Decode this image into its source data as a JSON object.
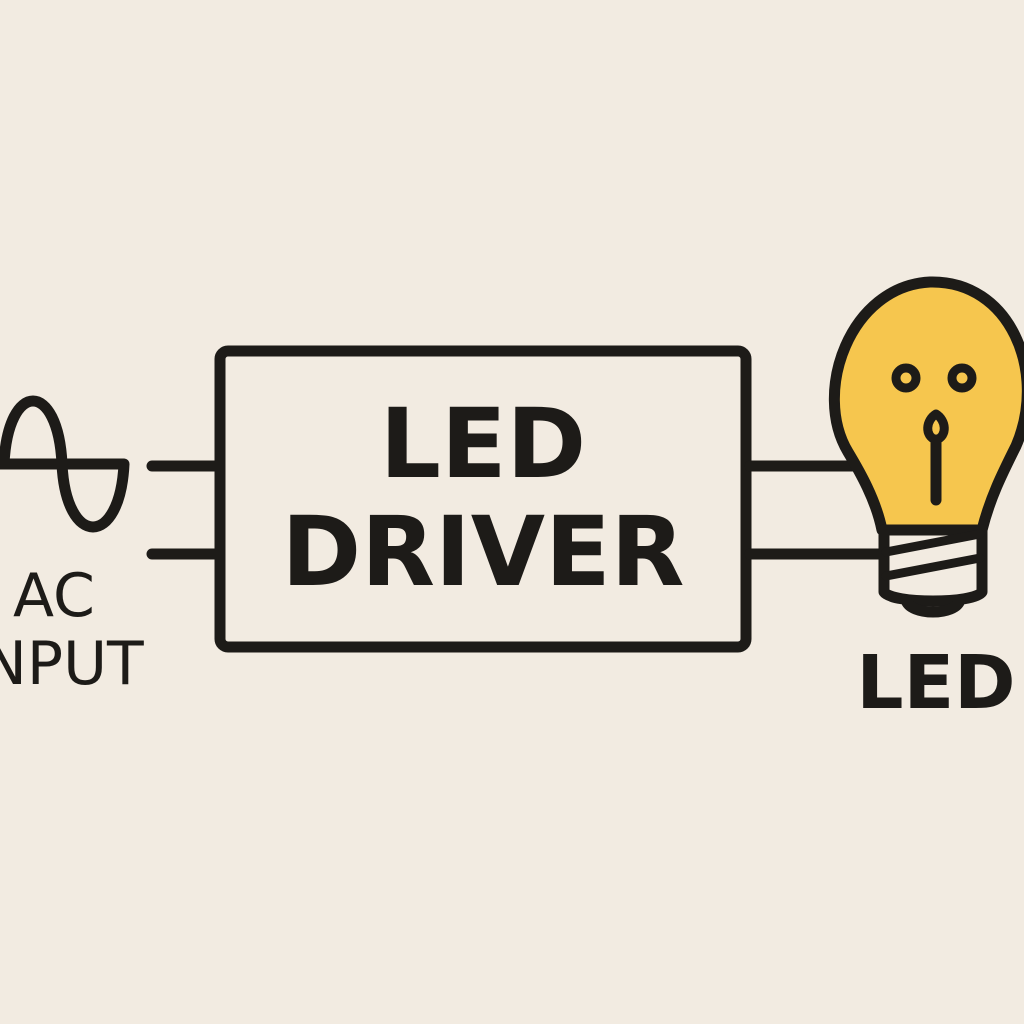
{
  "colors": {
    "background": "#f2ebe1",
    "ink": "#1d1b18",
    "bulb": "#f6c64e"
  },
  "source": {
    "icon": "sine-wave-icon",
    "label_line1": "AC",
    "label_line2": "INPUT"
  },
  "driver": {
    "label_line1": "LED",
    "label_line2": "DRIVER"
  },
  "load": {
    "icon": "light-bulb-icon",
    "label": "LED"
  }
}
